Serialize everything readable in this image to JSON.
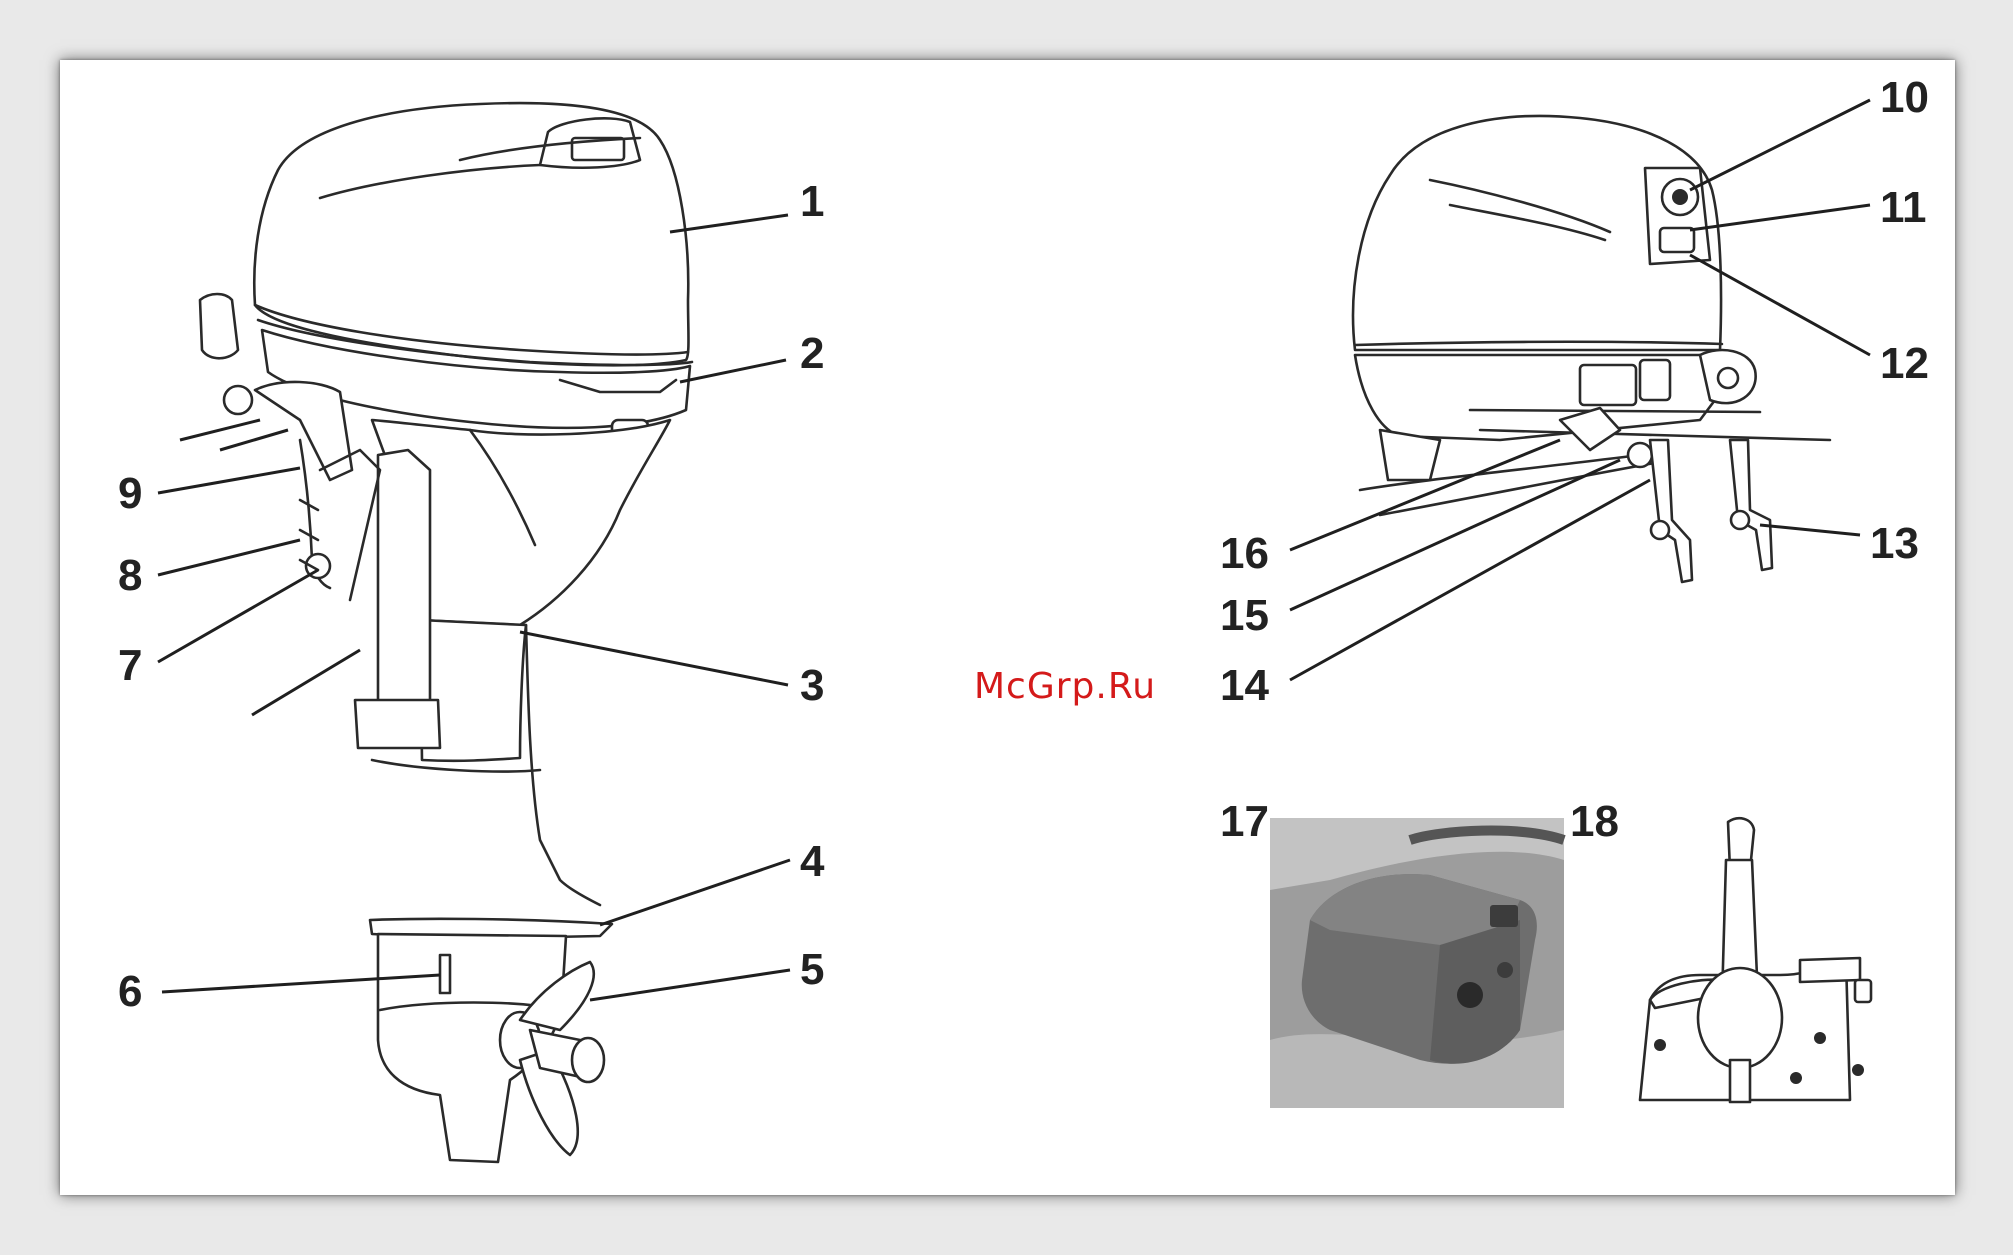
{
  "watermark": "McGrp.Ru",
  "callouts": {
    "c1": "1",
    "c2": "2",
    "c3": "3",
    "c4": "4",
    "c5": "5",
    "c6": "6",
    "c7": "7",
    "c8": "8",
    "c9": "9",
    "c10": "10",
    "c11": "11",
    "c12": "12",
    "c13": "13",
    "c14": "14",
    "c15": "15",
    "c16": "16",
    "c17": "17",
    "c18": "18"
  },
  "colors": {
    "background": "#e9e9e9",
    "page": "#ffffff",
    "line": "#2a2a2a",
    "watermark": "#d41a1a",
    "photo": "#9d9d9d"
  }
}
